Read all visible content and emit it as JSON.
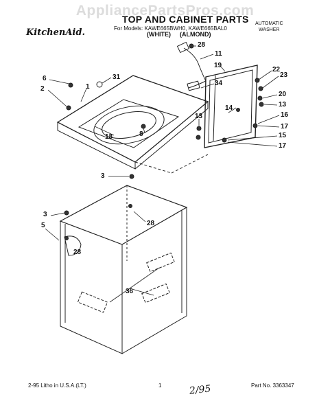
{
  "watermark": "AppliancePartsPros.com",
  "header": {
    "brand": "KitchenAid.",
    "title": "TOP AND CABINET PARTS",
    "models": "For Models: KAWE665BWH0, KAWE665BAL0",
    "color_white": "(WHITE)",
    "color_almond": "(ALMOND)",
    "appliance_line1": "AUTOMATIC",
    "appliance_line2": "WASHER"
  },
  "callouts": {
    "c28a": "28",
    "c11": "11",
    "c19": "19",
    "c22": "22",
    "c23": "23",
    "c6": "6",
    "c31": "31",
    "c1": "1",
    "c2": "2",
    "c34": "34",
    "c20": "20",
    "c13a": "13",
    "c13b": "13",
    "c14": "14",
    "c16": "16",
    "c17a": "17",
    "c15": "15",
    "c17b": "17",
    "c18": "18",
    "c8": "8",
    "c3a": "3",
    "c3b": "3",
    "c5": "5",
    "c28b": "28",
    "c28c": "28",
    "c36": "36"
  },
  "footer": {
    "left": "2-95  Litho in U.S.A.(LT.)",
    "page": "1",
    "handwritten": "2/95",
    "part_no": "Part No. 3363347"
  }
}
